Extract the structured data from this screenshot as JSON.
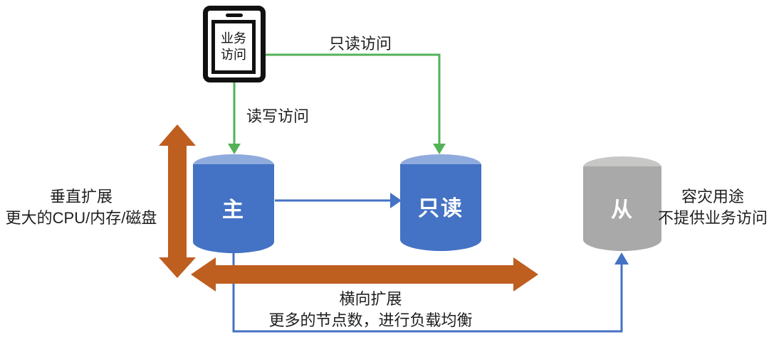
{
  "device": {
    "label": "业务访问"
  },
  "edges": {
    "read_only_label": "只读访问",
    "read_write_label": "读写访问"
  },
  "nodes": {
    "master": {
      "label": "主"
    },
    "read_replica": {
      "label": "只读"
    },
    "standby": {
      "label": "从"
    }
  },
  "annotations": {
    "vertical_scaling": {
      "line1": "垂直扩展",
      "line2": "更大的CPU/内存/磁盘"
    },
    "horizontal_scaling": {
      "line1": "横向扩展",
      "line2": "更多的节点数，进行负载均衡"
    },
    "disaster_recovery": {
      "line1": "容灾用途",
      "line2": "不提供业务访问"
    }
  },
  "colors": {
    "green": "#53B257",
    "blue": "#4472C4",
    "blue_light": "#8FAADC",
    "gray": "#A9A9A9",
    "gray_light": "#C7C7C5",
    "orange": "#BE5E1F",
    "text": "#1f1f1f"
  }
}
